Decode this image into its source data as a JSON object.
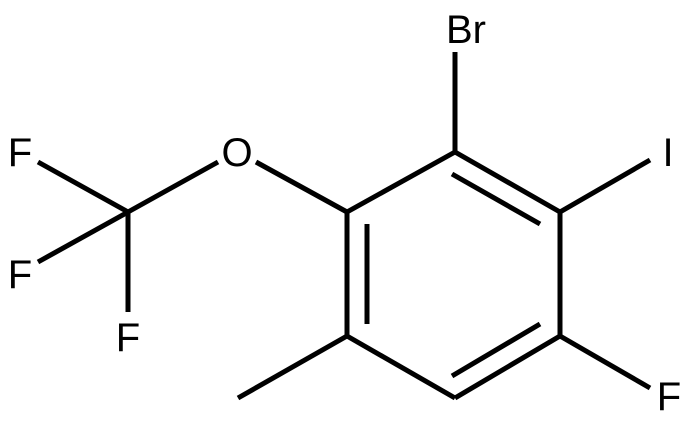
{
  "structure": {
    "atoms": {
      "br": "Br",
      "i": "I",
      "o": "O",
      "f_ring": "F",
      "f_top": "F",
      "f_mid": "F",
      "f_bottom": "F"
    },
    "colors": {
      "bond": "#000000",
      "label": "#000000",
      "background": "#ffffff"
    }
  }
}
